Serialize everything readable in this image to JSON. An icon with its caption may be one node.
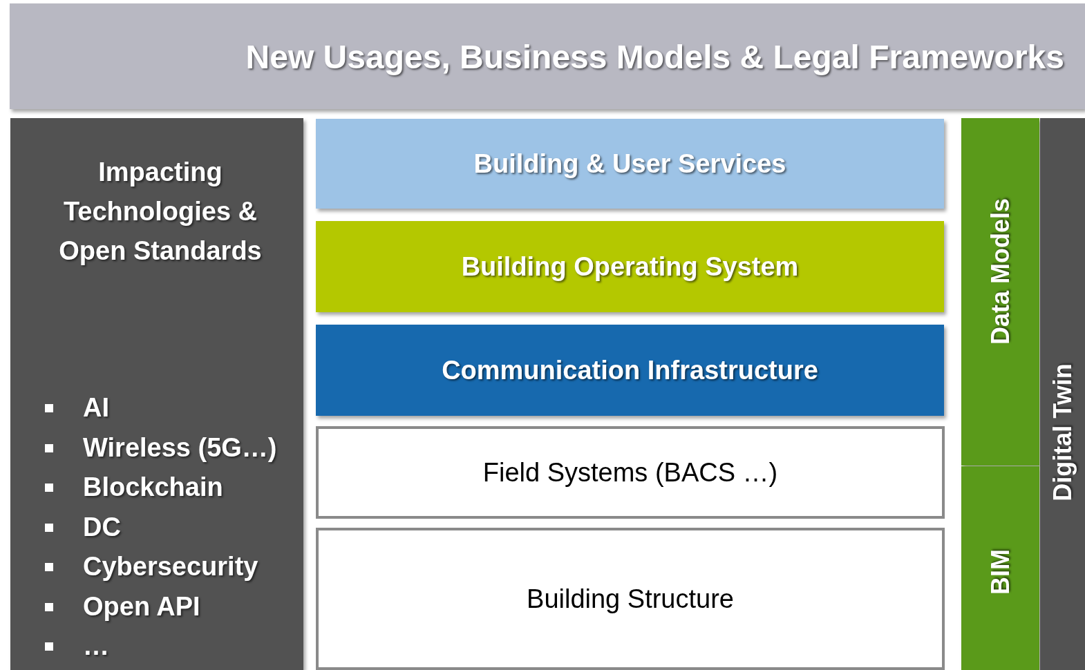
{
  "diagram": {
    "nodes": [
      {
        "text": [
          "New Usages, Business Models & Legal Frameworks"
        ]
      },
      {
        "text": [
          "Impacting Technologies & Open Standards",
          "AI",
          "Wireless (5G…)",
          "Blockchain",
          "DC",
          "Cybersecurity",
          "Open API",
          "…"
        ]
      },
      {
        "text": [
          "Building & User Services"
        ]
      },
      {
        "text": [
          "Building Operating System"
        ]
      },
      {
        "text": [
          "Communication Infrastructure"
        ]
      },
      {
        "text": [
          "Field Systems (BACS …)"
        ]
      },
      {
        "text": [
          "Building Structure"
        ]
      },
      {
        "text": [
          "Data Models"
        ]
      },
      {
        "text": [
          "BIM"
        ]
      },
      {
        "text": [
          "Digital Twin"
        ]
      }
    ],
    "edges": []
  }
}
